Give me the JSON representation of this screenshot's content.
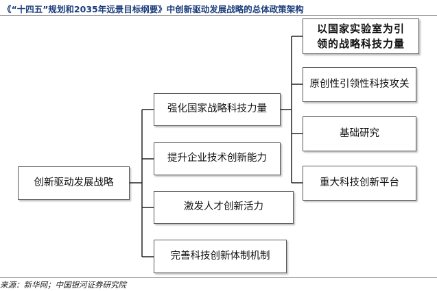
{
  "title": "《“十四五”规划和2035年远景目标纲要》中创新驱动发展战略的总体政策架构",
  "source": "来源：新华网；中国银河证券研究院",
  "root": {
    "label": "创新驱动发展战略"
  },
  "level2": [
    "强化国家战略科技力量",
    "提升企业技术创新能力",
    "激发人才创新活力",
    "完善科技创新体制机制"
  ],
  "level3": [
    "以国家实验室为引领的战略科技力量",
    "原创性引领性科技攻关",
    "基础研究",
    "重大科技创新平台"
  ],
  "colors": {
    "title": "#1a3d7c",
    "line": "#222222",
    "border": "#555555"
  }
}
